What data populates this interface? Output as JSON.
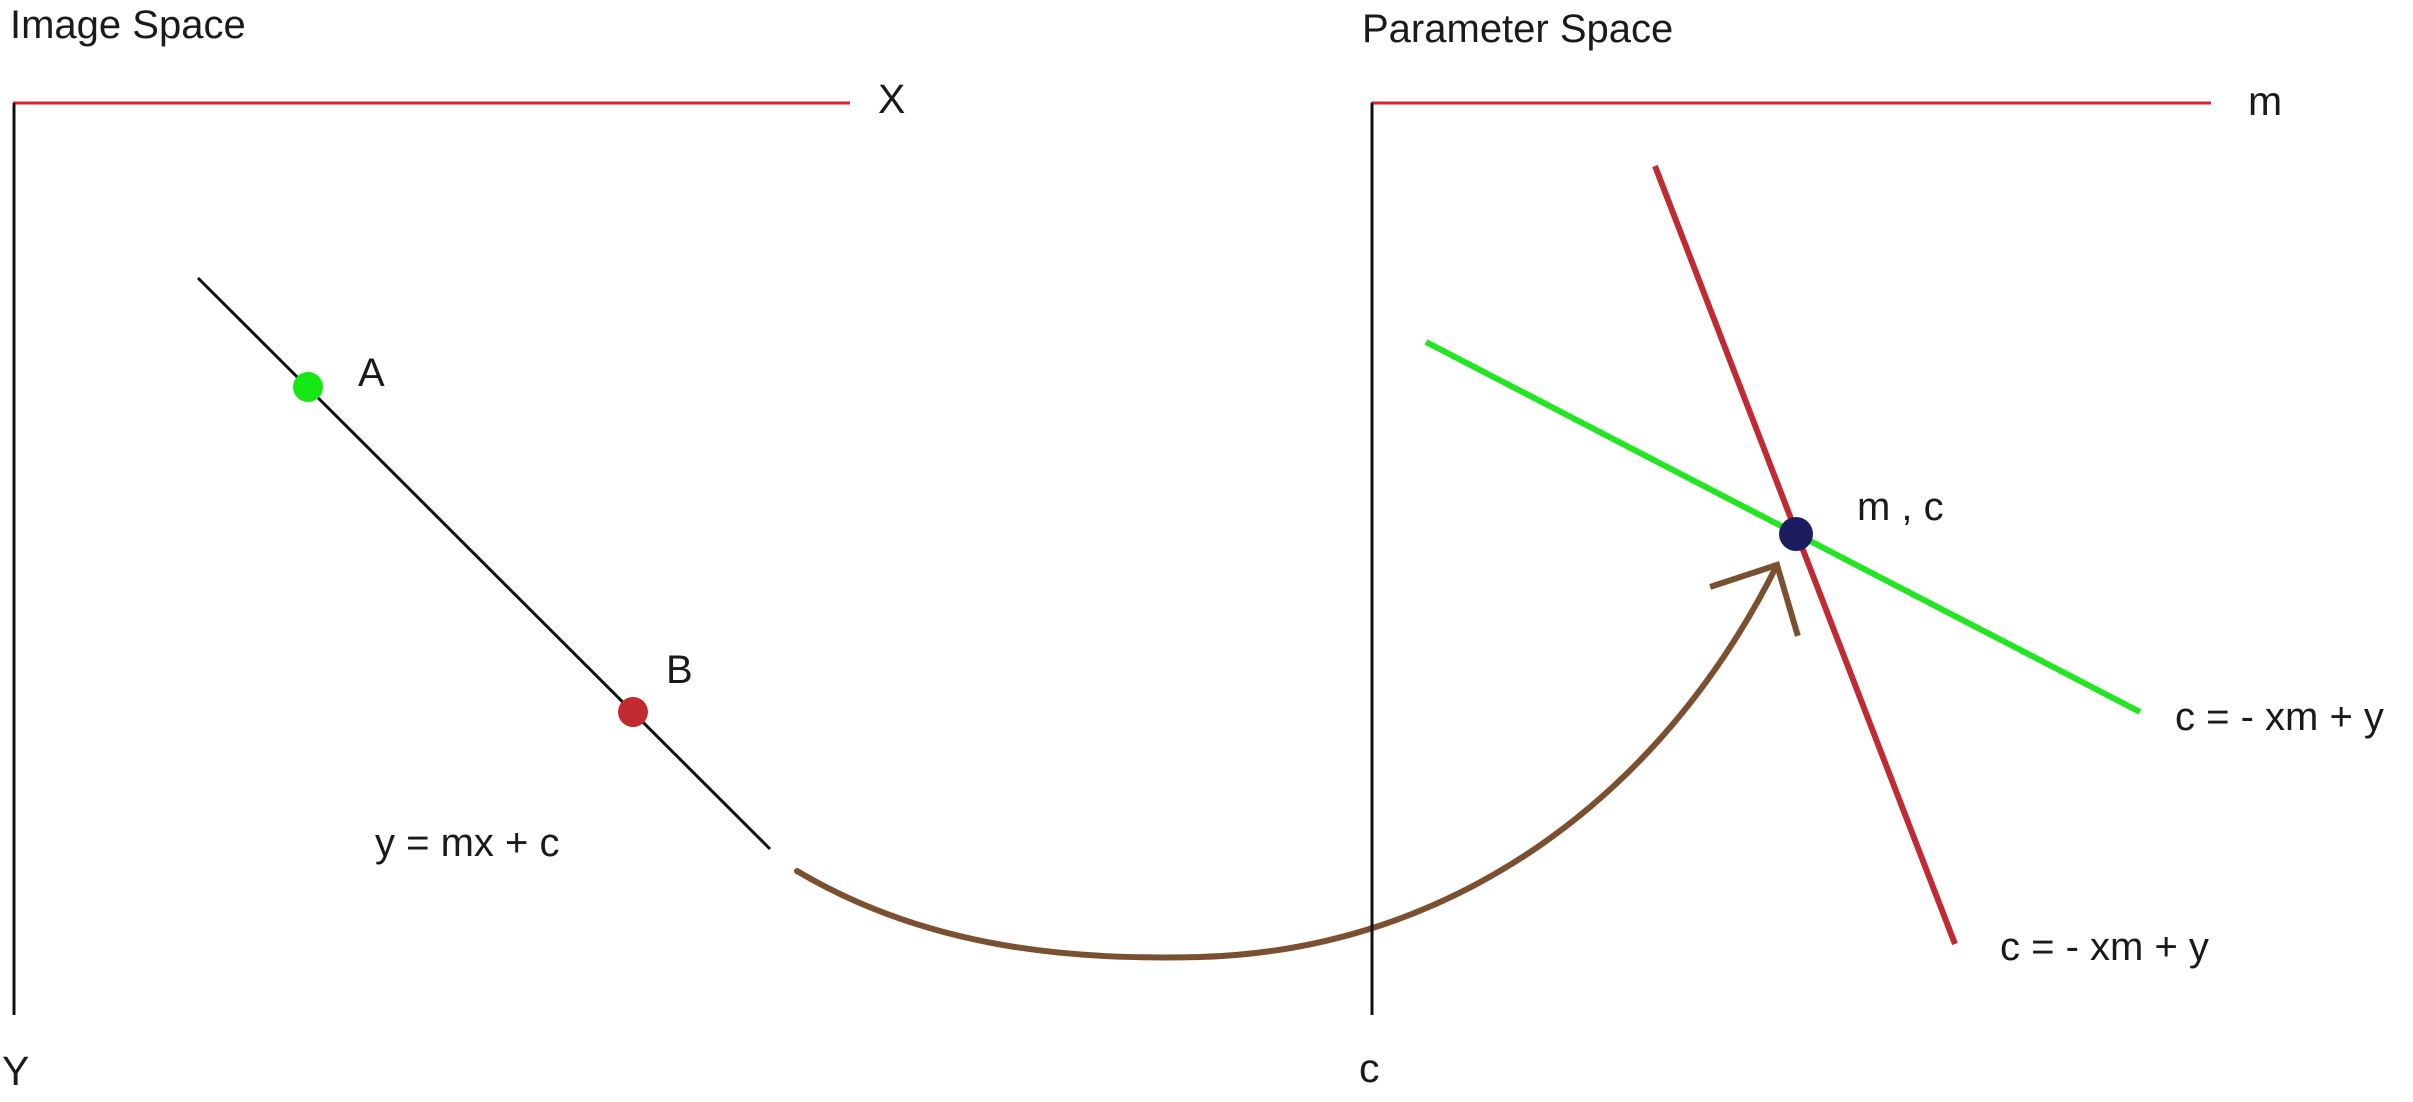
{
  "image_space": {
    "title": "Image Space",
    "x_axis_label": "X",
    "y_axis_label": "Y",
    "point_a_label": "A",
    "point_b_label": "B",
    "line_equation": "y = mx + c"
  },
  "parameter_space": {
    "title": "Parameter Space",
    "m_axis_label": "m",
    "c_axis_label": "c",
    "intersection_label": "m , c",
    "green_line_equation": "c = - xm + y",
    "red_line_equation": "c = - xm + y"
  },
  "colors": {
    "axis_horizontal": "#e0242b",
    "axis_vertical": "#111111",
    "point_a": "#15e815",
    "point_b": "#c22a32",
    "green_line": "#22e622",
    "red_line": "#c02b33",
    "intersection": "#1c1c5e",
    "arrow": "#7a5030"
  }
}
